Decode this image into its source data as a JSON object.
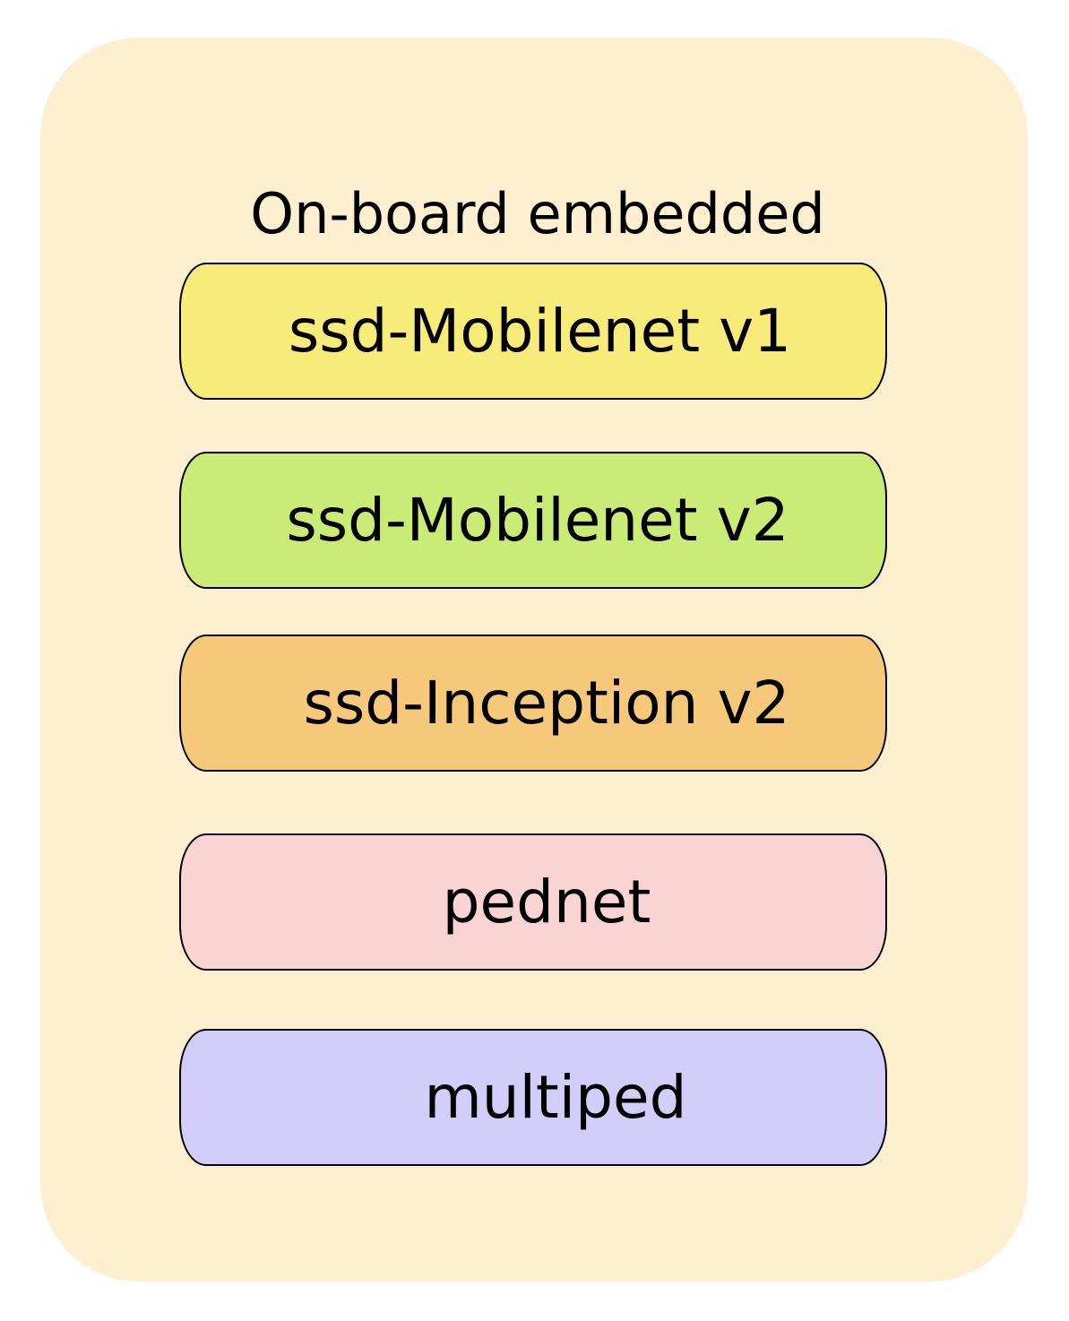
{
  "diagram": {
    "title_line1": "On-board embedded",
    "title_line2": "GPU system",
    "container_color": "#fdefcf",
    "models": [
      {
        "label": "ssd-Mobilenet v1",
        "color": "#f7ec7a"
      },
      {
        "label": "ssd-Mobilenet v2",
        "color": "#c9ec76"
      },
      {
        "label": "ssd-Inception v2",
        "color": "#f6c97a"
      },
      {
        "label": "pednet",
        "color": "#f9d4d2"
      },
      {
        "label": "multiped",
        "color": "#d3cdfa"
      }
    ]
  }
}
